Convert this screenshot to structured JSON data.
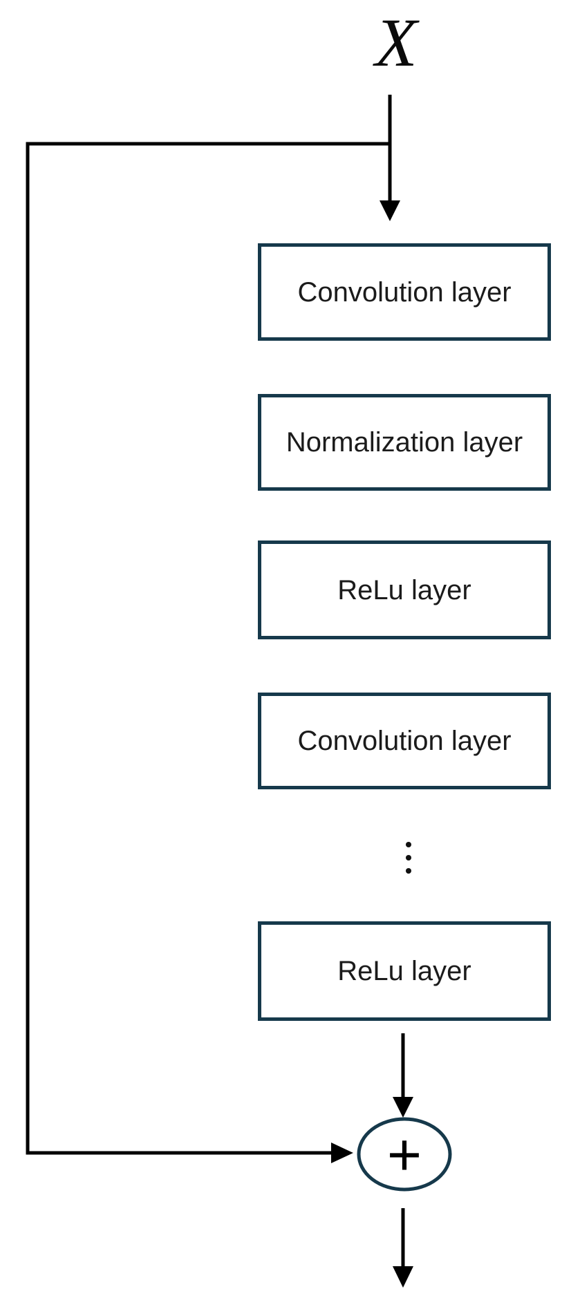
{
  "diagram": {
    "title_semantics": "residual-block",
    "input_label": "X",
    "sum_symbol": "+",
    "layers": [
      {
        "label": "Convolution layer"
      },
      {
        "label": "Normalization layer"
      },
      {
        "label": "ReLu layer"
      },
      {
        "label": "Convolution layer"
      },
      {
        "label": "ReLu layer"
      }
    ],
    "colors": {
      "box_border": "#16394b",
      "connector": "#000000",
      "text": "#1b1b1b"
    }
  }
}
